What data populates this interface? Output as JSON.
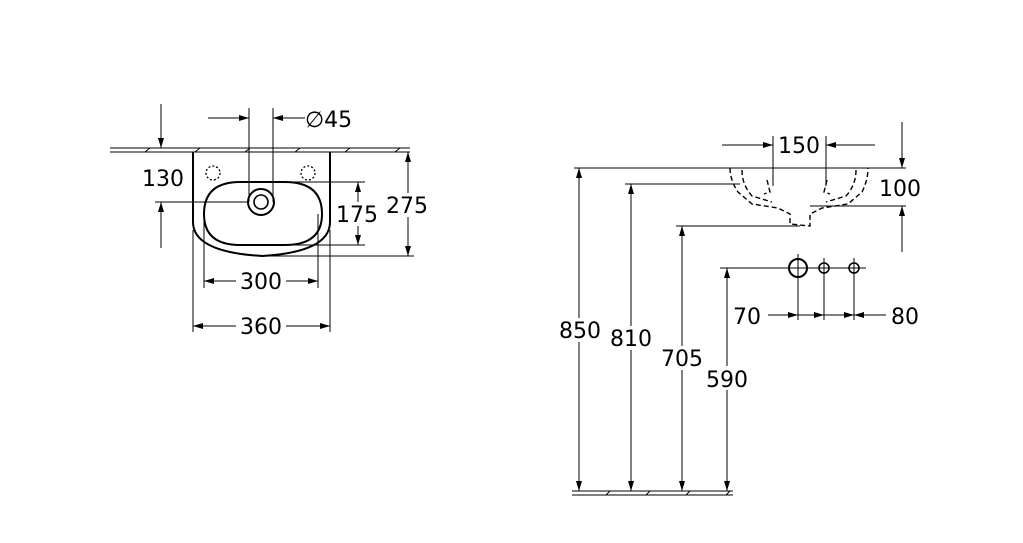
{
  "plan_view": {
    "dim_tap_hole": "∅45",
    "dim_wall_to_tap": "130",
    "dim_bowl_depth": "175",
    "dim_total_depth": "275",
    "dim_bowl_width": "300",
    "dim_total_width": "360"
  },
  "side_view": {
    "dim_waste_spacing": "150",
    "dim_basin_height": "100",
    "dim_top_height": "850",
    "dim_rim_height": "810",
    "dim_waste_height": "705",
    "dim_supply_height": "590",
    "dim_supply_spacing_left": "70",
    "dim_supply_spacing_right": "80"
  }
}
